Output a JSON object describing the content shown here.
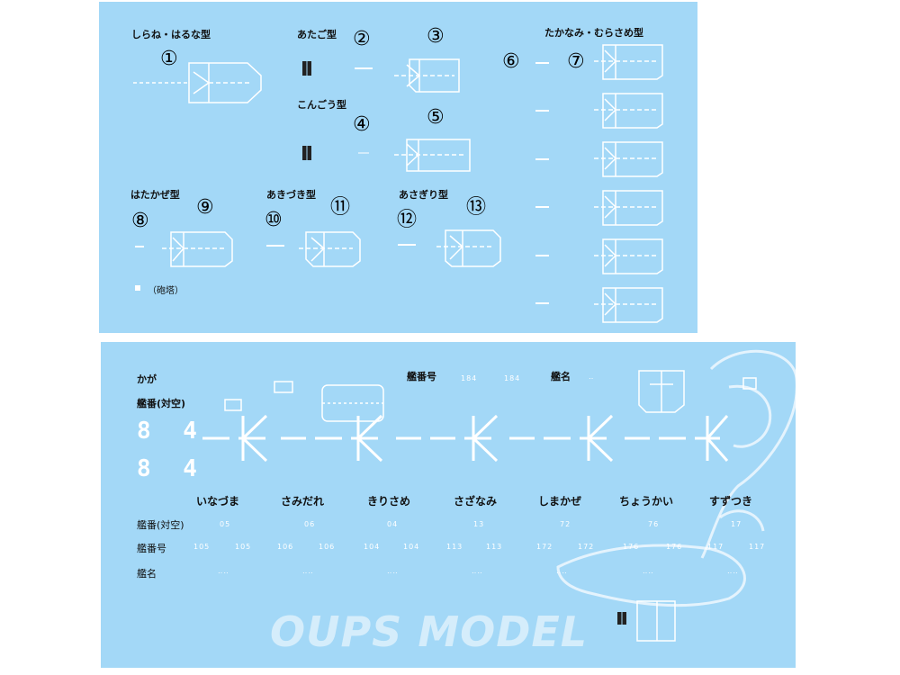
{
  "top_sheet": {
    "labels": {
      "shirane": "しらね・はるな型",
      "atago": "あたご型",
      "kongou": "こんごう型",
      "takanami": "たかなみ・むらさめ型",
      "hatakaze": "はたかぜ型",
      "akizuki": "あきづき型",
      "asagiri": "あさぎり型",
      "gun_note": "（砲塔）"
    },
    "numbers": {
      "n1": "①",
      "n2": "②",
      "n3": "③",
      "n4": "④",
      "n5": "⑤",
      "n6": "⑥",
      "n7": "⑦",
      "n8": "⑧",
      "n9": "⑨",
      "n10": "⑩",
      "n11": "⑪",
      "n12": "⑫",
      "n13": "⑬"
    }
  },
  "bottom_sheet": {
    "kaga": "かが",
    "hull_aa_label": "艦番(対空)",
    "big_number_1": "8 4",
    "big_number_2": "8 4",
    "hull_number_label": "艦番号",
    "hull_number_values": [
      "184",
      "184"
    ],
    "ship_name_label": "艦名",
    "ship_name_value": "‥",
    "ships": [
      "いなづま",
      "さみだれ",
      "きりさめ",
      "さざなみ",
      "しまかぜ",
      "ちょうかい",
      "すずつき"
    ],
    "row_labels": {
      "aa": "艦番(対空)",
      "hull": "艦番号",
      "name": "艦名"
    },
    "aa_values": [
      "05",
      "06",
      "04",
      "13",
      "72",
      "76",
      "17"
    ],
    "hull_values": [
      "105",
      "105",
      "106",
      "106",
      "104",
      "104",
      "113",
      "113",
      "172",
      "172",
      "176",
      "176",
      "117",
      "117"
    ],
    "name_values": [
      "‥‥",
      "‥‥",
      "‥‥",
      "‥‥",
      "‥‥",
      "‥‥",
      "‥‥"
    ]
  },
  "watermark": "OUPS MODEL",
  "colors": {
    "sheet": "#a3d8f7",
    "decal": "#ffffff"
  }
}
